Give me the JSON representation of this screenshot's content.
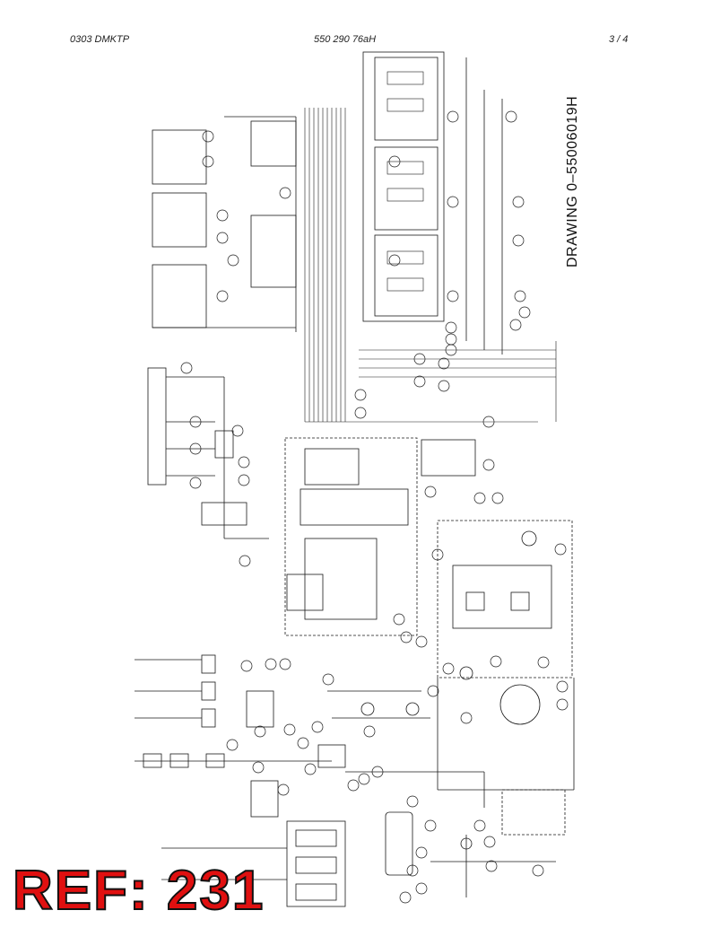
{
  "header": {
    "doc_code": "0303 DMKTP",
    "part_number": "550 290 76aH",
    "page": "3 /  4"
  },
  "drawing": {
    "number": "DRAWING 0–55006019H"
  },
  "overlay": {
    "ref": "REF: 231"
  },
  "colors": {
    "lines": "#1a1a1a",
    "ref_fill": "#e01010",
    "ref_outline": "#111111"
  }
}
